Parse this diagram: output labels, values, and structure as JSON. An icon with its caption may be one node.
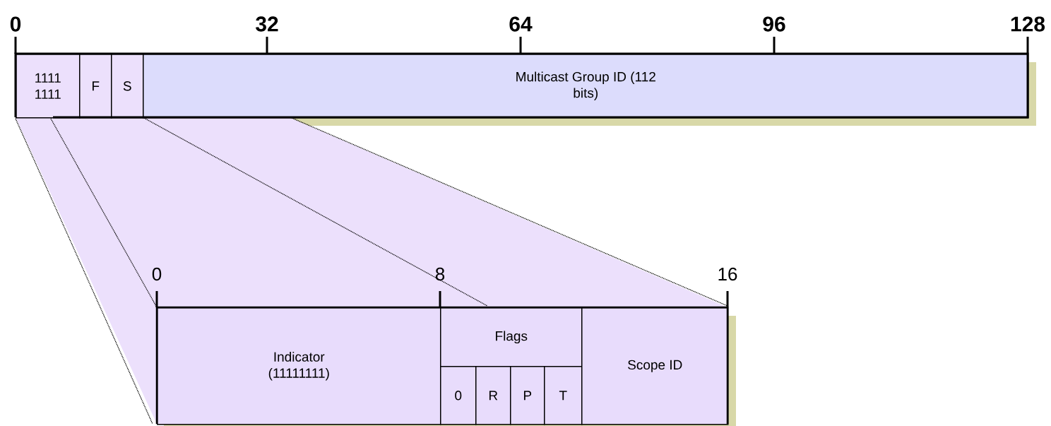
{
  "diagram": {
    "nodes": [
      {
        "text": [
          "1111 1111"
        ]
      },
      {
        "text": [
          "F"
        ]
      },
      {
        "text": [
          "S"
        ]
      },
      {
        "text": [
          "Multicast Group ID (112 bits)"
        ]
      },
      {
        "text": [
          "Indicator (11111111)"
        ]
      },
      {
        "text": [
          "Flags"
        ]
      },
      {
        "text": [
          "0"
        ]
      },
      {
        "text": [
          "R"
        ]
      },
      {
        "text": [
          "P"
        ]
      },
      {
        "text": [
          "T"
        ]
      },
      {
        "text": [
          "Scope ID"
        ]
      }
    ],
    "labels": [
      "0",
      "32",
      "64",
      "96",
      "128",
      "0",
      "8",
      "16"
    ]
  }
}
